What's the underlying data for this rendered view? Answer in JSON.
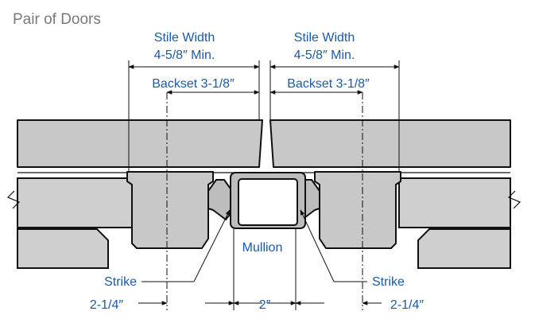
{
  "title": "Pair of Doors",
  "labels": {
    "stile_width_left_1": "Stile Width",
    "stile_width_left_2": "4-5/8″ Min.",
    "stile_width_right_1": "Stile Width",
    "stile_width_right_2": "4-5/8″ Min.",
    "backset_left": "Backset 3-1/8″",
    "backset_right": "Backset 3-1/8″",
    "mullion": "Mullion",
    "strike_left": "Strike",
    "strike_right": "Strike",
    "dim_left": "2-1/4″",
    "dim_center": "2″",
    "dim_right": "2-1/4″"
  },
  "colors": {
    "label": "#1a5aa8",
    "title": "#7a7a7a",
    "door_fill": "#c8c8c8",
    "outline": "#111111"
  }
}
